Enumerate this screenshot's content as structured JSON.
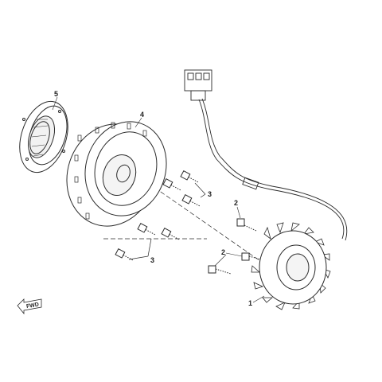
{
  "diagram": {
    "line_color": "#2a2a2a",
    "callouts": [
      "5",
      "4",
      "3",
      "3",
      "2",
      "2",
      "1"
    ],
    "direction_marker": "FWD"
  }
}
